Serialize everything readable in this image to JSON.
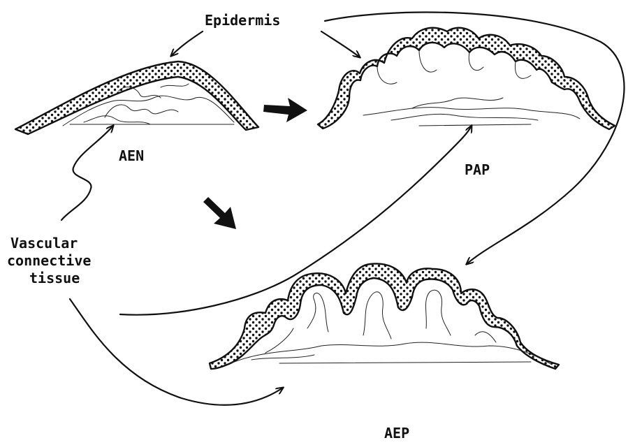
{
  "labels": {
    "epidermis": "Epidermis",
    "aen": "AEN",
    "pap": "PAP",
    "aep": "AEP",
    "vascular_line1": "Vascular",
    "vascular_line2": "connective",
    "vascular_line3": "tissue"
  }
}
